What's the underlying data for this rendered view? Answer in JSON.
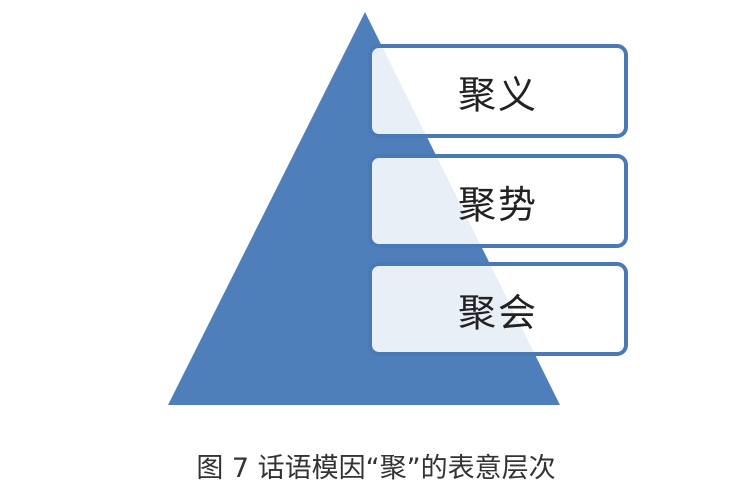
{
  "diagram": {
    "levels": [
      "聚义",
      "聚势",
      "聚会"
    ],
    "triangle_color": "#4f7fbb",
    "border_color": "#4a7ab5"
  },
  "caption": "图 7 话语模因“聚”的表意层次"
}
